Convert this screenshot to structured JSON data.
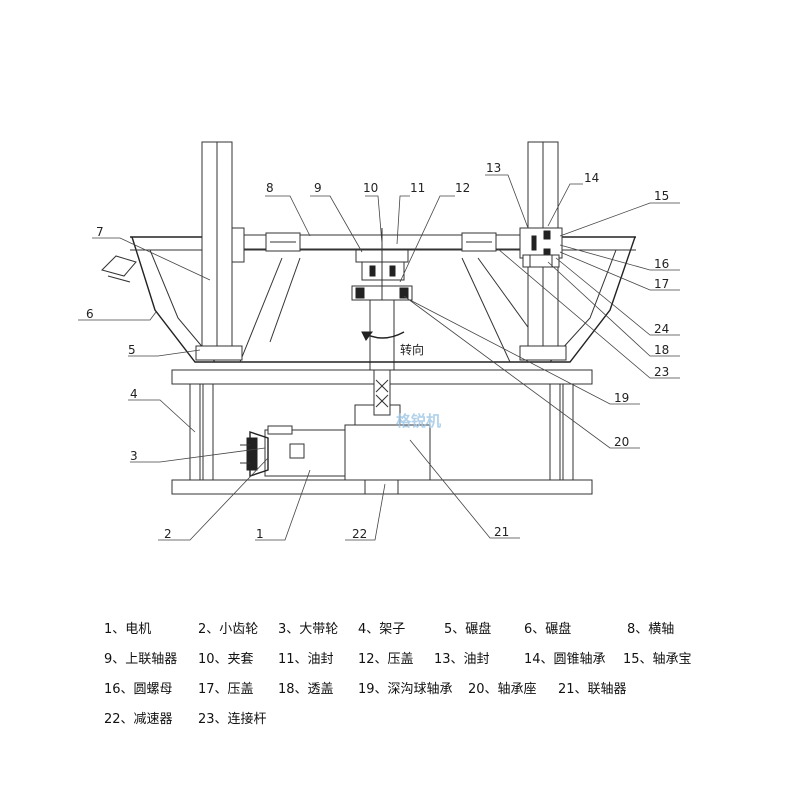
{
  "diagram": {
    "callouts": [
      "1",
      "2",
      "3",
      "4",
      "5",
      "6",
      "7",
      "8",
      "9",
      "10",
      "11",
      "12",
      "13",
      "14",
      "15",
      "16",
      "17",
      "18",
      "19",
      "20",
      "21",
      "22",
      "23",
      "24"
    ],
    "rotation_label": "转向",
    "watermark": "格锐机"
  },
  "legend": {
    "items": [
      "1、电机",
      "2、小齿轮",
      "3、大带轮",
      "4、架子",
      "5、碾盘",
      "6、碾盘",
      "8、横轴",
      "9、上联轴器",
      "10、夹套",
      "11、油封",
      "12、压盖",
      "13、油封",
      "14、圆锥轴承",
      "15、轴承宝",
      "16、圆螺母",
      "17、压盖",
      "18、透盖",
      "19、深沟球轴承",
      "20、轴承座",
      "21、联轴器",
      "22、减速器",
      "23、连接杆"
    ]
  }
}
